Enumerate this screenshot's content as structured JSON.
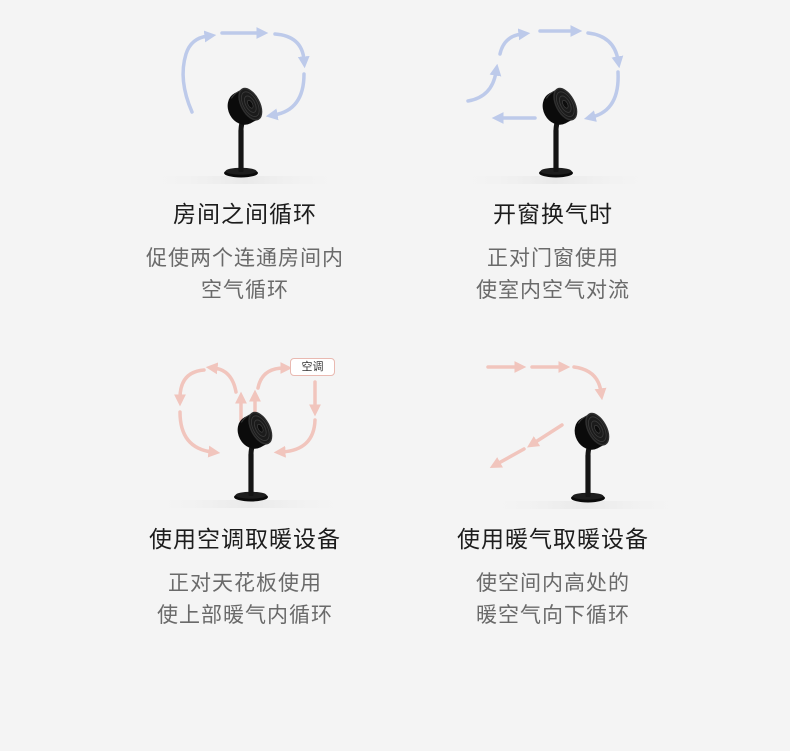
{
  "background": "#f4f4f4",
  "colors": {
    "cool_arrow": "#b8c6ea",
    "warm_arrow": "#f1c3bb",
    "fan_body": "#0c0c0c",
    "title_text": "#1c1c1c",
    "desc_text": "#6a6a6a"
  },
  "icons": [
    "fan-icon",
    "airflow-arrow"
  ],
  "panels": [
    {
      "title": "房间之间循环",
      "desc": [
        "促使两个连通房间内",
        "空气循环"
      ]
    },
    {
      "title": "开窗换气时",
      "desc": [
        "正对门窗使用",
        "使室内空气对流"
      ]
    },
    {
      "title": "使用空调取暖设备",
      "desc": [
        "正对天花板使用",
        "使上部暖气内循环"
      ],
      "tag": "空调"
    },
    {
      "title": "使用暖气取暖设备",
      "desc": [
        "使空间内高处的",
        "暖空气向下循环"
      ]
    }
  ]
}
